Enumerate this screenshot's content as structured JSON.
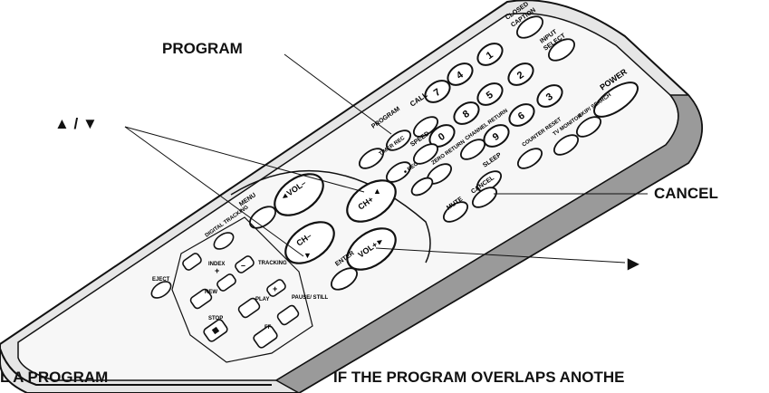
{
  "callouts": {
    "program": "PROGRAM",
    "up_down": "▲ / ▼",
    "cancel": "CANCEL",
    "right": "▶"
  },
  "captions": {
    "left": "L A PROGRAM",
    "right": "IF THE PROGRAM OVERLAPS ANOTHE"
  },
  "remote": {
    "top_buttons": [
      "CLOSED CAPTION",
      "INPUT SELECT"
    ],
    "digits": [
      "1",
      "2",
      "3",
      "4",
      "5",
      "6",
      "7",
      "8",
      "9",
      "0"
    ],
    "labels": {
      "power": "POWER",
      "call": "CALL",
      "program": "PROGRAM",
      "speed": "SPEED",
      "skip_search": "SKIP/ SEARCH",
      "tv_monitor": "TV MONITOR",
      "timer_rec": "TIMER REC",
      "rec": "● REC",
      "channel_return": "CHANNEL RETURN",
      "counter_reset": "COUNTER RESET",
      "zero_return": "ZERO RETURN",
      "sleep": "SLEEP",
      "cancel": "CANCEL",
      "mute": "MUTE",
      "vol_minus": "◄VOL–",
      "ch_plus": "CH+",
      "ch_minus": "CH–",
      "vol_plus": "VOL+►",
      "menu": "MENU",
      "enter": "ENTER",
      "digital_tracking": "DIGITAL TRACKING",
      "index": "INDEX",
      "tracking": "TRACKING",
      "eject": "EJECT",
      "rew": "REW",
      "play": "PLAY",
      "pause_still": "PAUSE/ STILL",
      "stop": "STOP",
      "ff": "FF",
      "minus": "–",
      "plus": "+"
    }
  }
}
